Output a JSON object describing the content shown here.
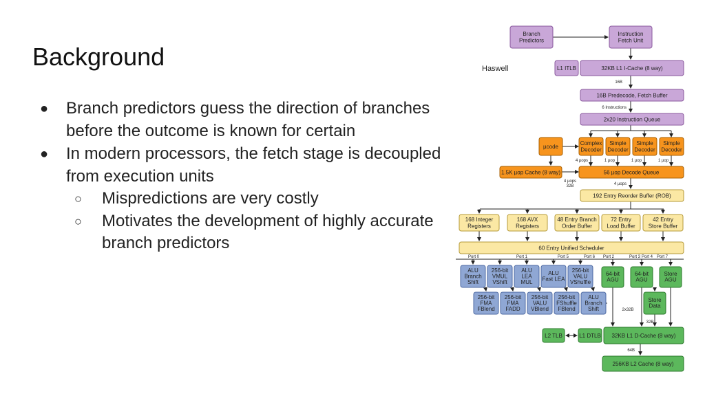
{
  "slide": {
    "title": "Background",
    "bullets": [
      {
        "level": 1,
        "text": "Branch predictors guess the direction of branches before the outcome is known for certain"
      },
      {
        "level": 1,
        "text": "In modern processors, the fetch stage is decoupled from execution units"
      },
      {
        "level": 2,
        "text": "Mispredictions are very costly"
      },
      {
        "level": 2,
        "text": "Motivates the development of highly accurate branch predictors"
      }
    ],
    "bullet_glyphs": {
      "level1": "●",
      "level2": "○"
    }
  },
  "diagram": {
    "title": "Haswell",
    "colors": {
      "purple": "#c9a7d8",
      "purple_border": "#8a5a9e",
      "orange": "#f7941d",
      "orange_border": "#a85f00",
      "yellow": "#fbe8a4",
      "yellow_border": "#b59a3a",
      "blue": "#8fa7d4",
      "blue_border": "#4e6aa3",
      "green": "#5cb85c",
      "green_border": "#2c7a2c"
    },
    "frontend": {
      "branch_predictors": [
        "Branch",
        "Predictors"
      ],
      "fetch_unit": [
        "Instruction",
        "Fetch Unit"
      ],
      "l1_itlb": "L1 ITLB",
      "icache": "32KB L1 I-Cache (8 way)",
      "icache_width": "16B",
      "predecode": "16B Predecode, Fetch Buffer",
      "predecode_width": "6 Instructions",
      "instruction_queue": "2x20 Instruction Queue"
    },
    "decode": {
      "ucode": "µcode",
      "complex_decoder": [
        "Complex",
        "Decoder"
      ],
      "simple_decoder": [
        "Simple",
        "Decoder"
      ],
      "decoder_uops": [
        "4 µops",
        "1 µop",
        "1 µop",
        "1 µop"
      ],
      "uop_cache": "1.5K µop Cache (8 way)",
      "uop_cache_width": [
        "4 µops",
        "32B"
      ],
      "decode_queue": "56 µop Decode Queue",
      "decode_queue_width": "4 µops"
    },
    "backend": {
      "rob": "192 Entry Reorder Buffer (ROB)",
      "registers": [
        [
          "168 Integer",
          "Registers"
        ],
        [
          "168 AVX",
          "Registers"
        ],
        [
          "48 Entry Branch",
          "Order Buffer"
        ],
        [
          "72 Entry",
          "Load Buffer"
        ],
        [
          "42 Entry",
          "Store Buffer"
        ]
      ],
      "scheduler": "60 Entry Unified Scheduler",
      "ports": [
        "Port 0",
        "Port 1",
        "Port 5",
        "Port 6",
        "Port 2",
        "Port 3",
        "Port 4",
        "Port 7"
      ]
    },
    "execution": {
      "row1": [
        [
          "ALU",
          "Branch",
          "Shift"
        ],
        [
          "256-bit",
          "VMUL",
          "VShift"
        ],
        [
          "ALU",
          "LEA",
          "MUL"
        ],
        [
          "ALU",
          "Fast LEA"
        ],
        [
          "256-bit",
          "VALU",
          "VShuffle"
        ]
      ],
      "row2": [
        [
          "256-bit",
          "FMA",
          "FBlend"
        ],
        [
          "256-bit",
          "FMA",
          "FADD"
        ],
        [
          "256-bit",
          "VALU",
          "VBlend"
        ],
        [
          "256-bit",
          "FShuffle",
          "FBlend"
        ],
        [
          "ALU",
          "Branch",
          "Shift"
        ]
      ],
      "agu": [
        [
          "64-bit",
          "AGU"
        ],
        [
          "64-bit",
          "AGU"
        ],
        [
          "Store",
          "AGU"
        ]
      ],
      "store_data": [
        "Store",
        "Data"
      ]
    },
    "memory": {
      "l2_tlb": "L2 TLB",
      "l1_dtlb": "L1 DTLB",
      "dcache": "32KB L1 D-Cache (8 way)",
      "l2_cache": "256KB L2 Cache (8 way)",
      "widths": {
        "load": "2x32B",
        "store": "32B",
        "l2": "64B"
      }
    }
  }
}
